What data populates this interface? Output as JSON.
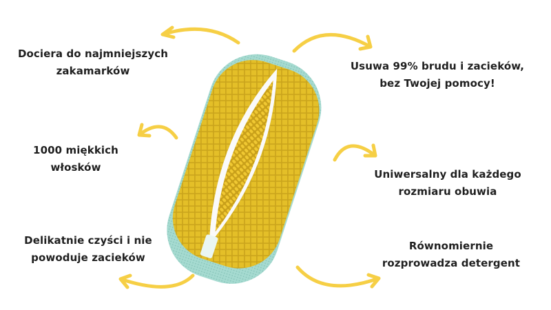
{
  "colors": {
    "accent": "#f6cf45",
    "bag": "#e6c12b",
    "mesh": "#9fd6cc",
    "text": "#1f1f1f"
  },
  "features": [
    {
      "line1": "Dociera do najmniejszych",
      "line2": "zakamarków"
    },
    {
      "line1": "Usuwa 99% brudu i zacieków,",
      "line2": "bez Twojej pomocy!"
    },
    {
      "line1": "1000 miękkich",
      "line2": "włosków"
    },
    {
      "line1": "Uniwersalny dla każdego",
      "line2": "rozmiaru obuwia"
    },
    {
      "line1": "Delikatnie czyści i nie",
      "line2": "powoduje zacieków"
    },
    {
      "line1": "Równomiernie",
      "line2": "rozprowadza detergent"
    }
  ]
}
